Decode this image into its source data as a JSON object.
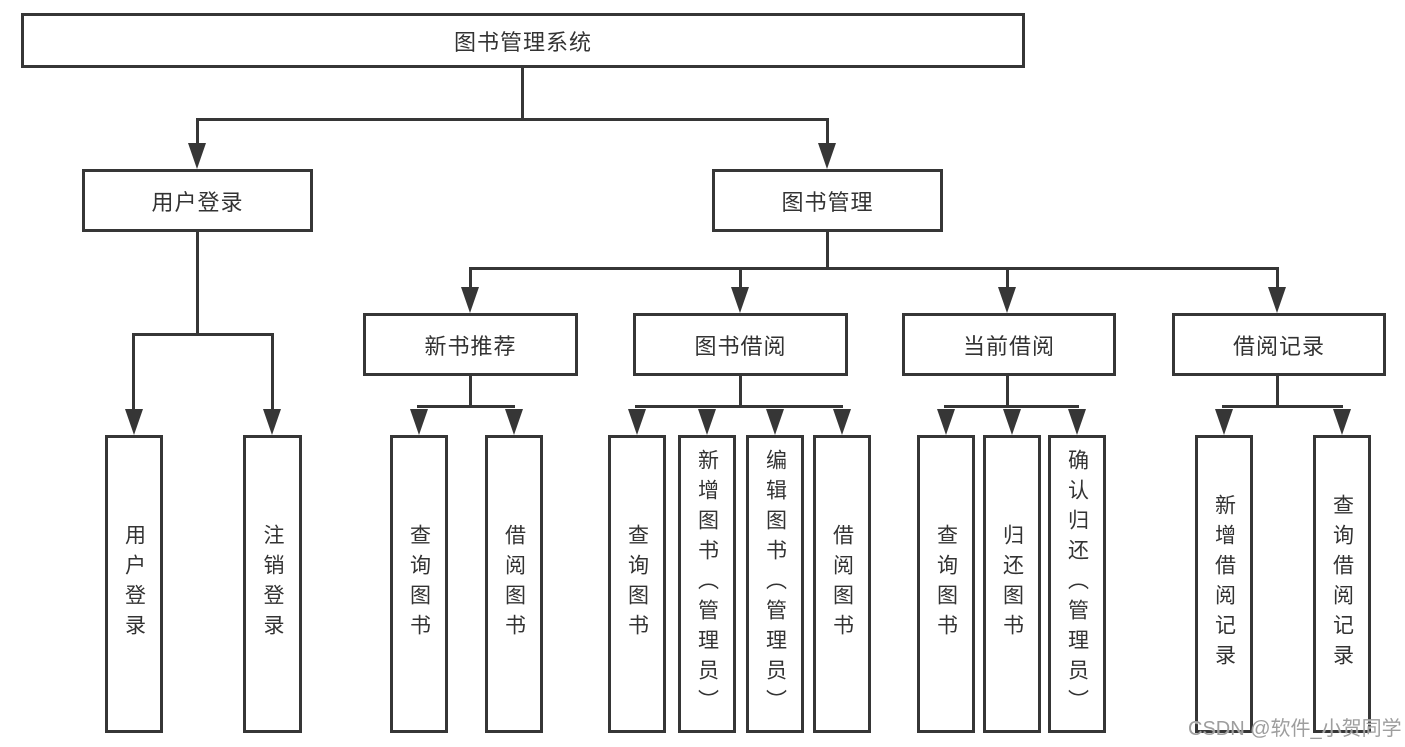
{
  "watermark": "CSDN @软件_小贺同学",
  "colors": {
    "line": "#363636",
    "text": "#333333",
    "background": "#ffffff",
    "watermark": "#9e9e9e"
  },
  "tree": {
    "root": "图书管理系统",
    "branches": [
      {
        "label": "用户登录",
        "children": [
          "用户登录",
          "注销登录"
        ]
      },
      {
        "label": "图书管理",
        "groups": [
          {
            "label": "新书推荐",
            "children": [
              "查询图书",
              "借阅图书"
            ]
          },
          {
            "label": "图书借阅",
            "children": [
              "查询图书",
              "新增图书（管理员）",
              "编辑图书（管理员）",
              "借阅图书"
            ]
          },
          {
            "label": "当前借阅",
            "children": [
              "查询图书",
              "归还图书",
              "确认归还（管理员）"
            ]
          },
          {
            "label": "借阅记录",
            "children": [
              "新增借阅记录",
              "查询借阅记录"
            ]
          }
        ]
      }
    ]
  }
}
